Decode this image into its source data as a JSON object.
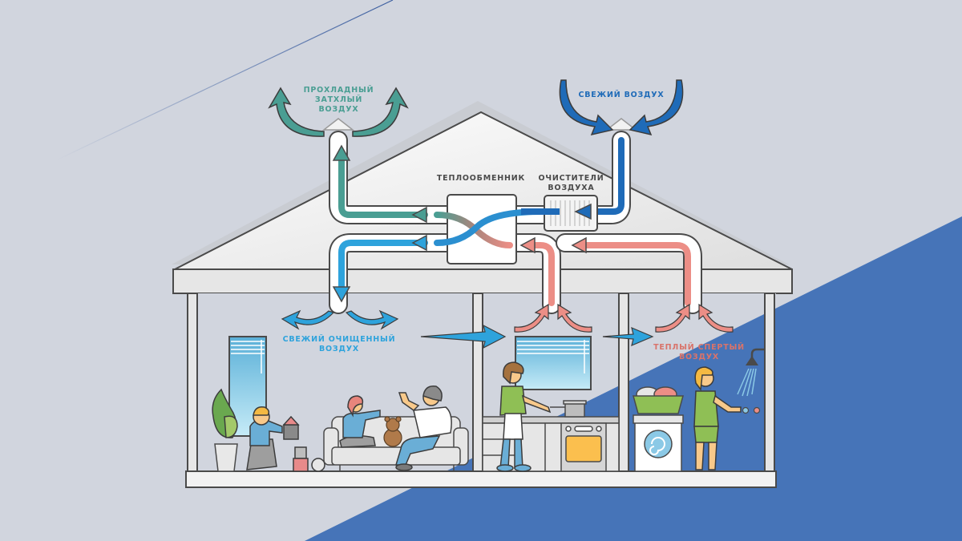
{
  "diagram": {
    "title": "Приточно-вытяжная вентиляция с рекуперацией тепла",
    "colors": {
      "background": "#d1d5de",
      "accent_blue_band": "#4674b8",
      "stale_exhaust": "#4a9e93",
      "fresh_intake": "#1f6bb8",
      "fresh_supply": "#2ea3dc",
      "warm_stale": "#ec8e86",
      "outline": "#4a4a4a",
      "house_wall": "#e6e6e6"
    },
    "labels": {
      "cool_stale_air": [
        "ПРОХЛАДНЫЙ",
        "ЗАТХЛЫЙ",
        "ВОЗДУХ"
      ],
      "fresh_air": [
        "СВЕЖИЙ ВОЗДУХ"
      ],
      "heat_exchanger": [
        "ТЕПЛООБМЕННИК"
      ],
      "air_purifiers": [
        "ОЧИСТИТЕЛИ",
        "ВОЗДУХА"
      ],
      "fresh_purified_air": [
        "СВЕЖИЙ ОЧИЩЕННЫЙ",
        "ВОЗДУХ"
      ],
      "warm_stale_air": [
        "ТЕПЛЫЙ СПЕРТЫЙ",
        "ВОЗДУХ"
      ]
    },
    "rooms": [
      {
        "name": "living-room",
        "contents": [
          "window",
          "plant",
          "child-with-blocks",
          "sofa",
          "girl",
          "teddy-bear",
          "father"
        ]
      },
      {
        "name": "kitchen",
        "contents": [
          "window",
          "woman-cooking",
          "stove",
          "pot",
          "cabinets"
        ]
      },
      {
        "name": "bathroom",
        "contents": [
          "laundry-basket",
          "washing-machine",
          "woman",
          "shower",
          "taps"
        ]
      }
    ]
  }
}
